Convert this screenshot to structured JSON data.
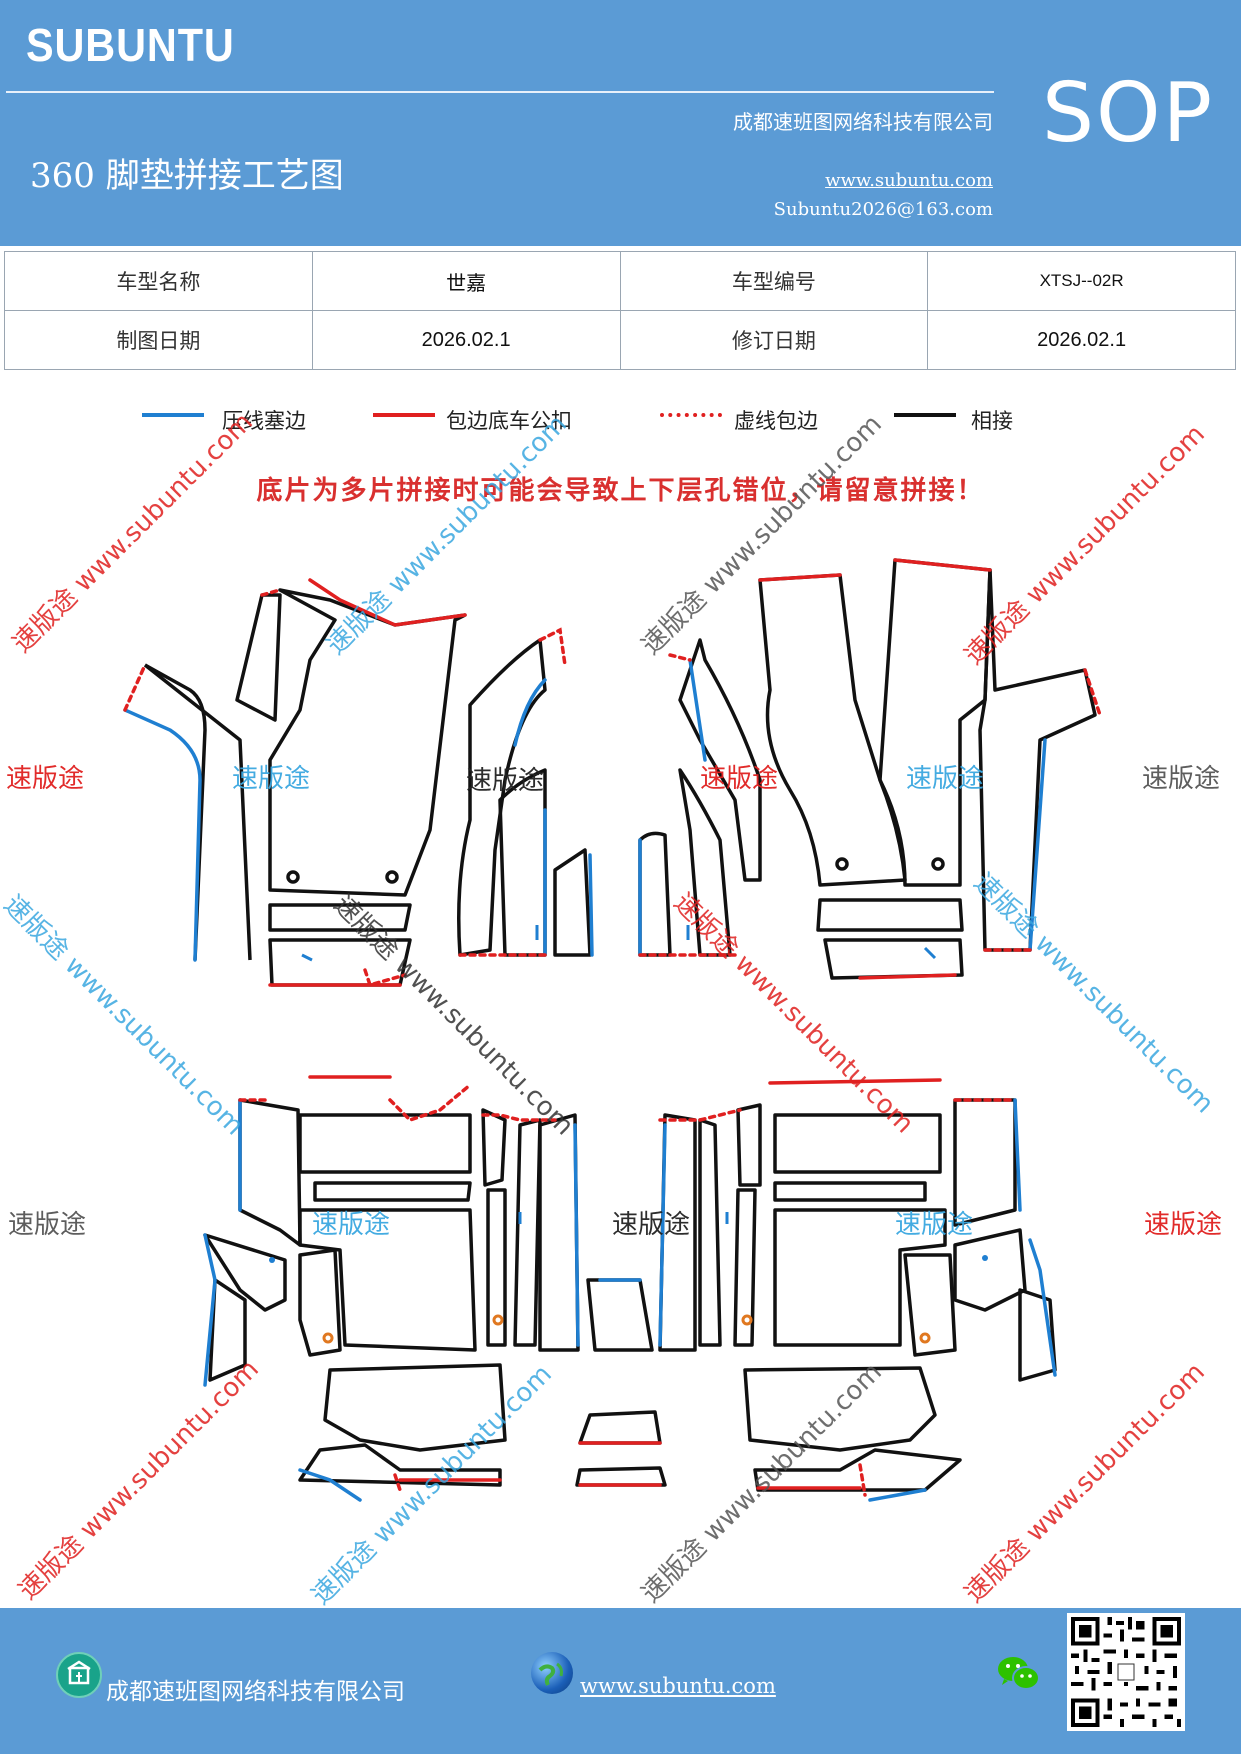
{
  "header": {
    "brand": "SUBUNTU",
    "company": "成都速班图网络科技有限公司",
    "title": "360 脚垫拼接工艺图",
    "sop": "SOP",
    "website": "www.subuntu.com",
    "email": "Subuntu2026@163.com",
    "background_color": "#5b9bd5"
  },
  "info_table": {
    "model_name_label": "车型名称",
    "model_name_value": "世嘉",
    "model_code_label": "车型编号",
    "model_code_value": "XTSJ--02R",
    "draw_date_label": "制图日期",
    "draw_date_value": "2026.02.1",
    "revise_date_label": "修订日期",
    "revise_date_value": "2026.02.1"
  },
  "legend": [
    {
      "label": "压线塞边",
      "color": "#1f7fd1",
      "style": "solid"
    },
    {
      "label": "包边底车公扣",
      "color": "#e02020",
      "style": "solid"
    },
    {
      "label": "虚线包边",
      "color": "#e02020",
      "style": "dashed"
    },
    {
      "label": "相接",
      "color": "#111111",
      "style": "solid"
    }
  ],
  "warning": "底片为多片拼接时可能会导致上下层孔错位，请留意拼接！",
  "watermarks": {
    "brand_cn": "速版途",
    "brand_url": "速版途 www.subuntu.com",
    "url_only": "www.subuntu.com"
  },
  "footer": {
    "company": "成都速班图网络科技有限公司",
    "website": "www.subuntu.com "
  }
}
